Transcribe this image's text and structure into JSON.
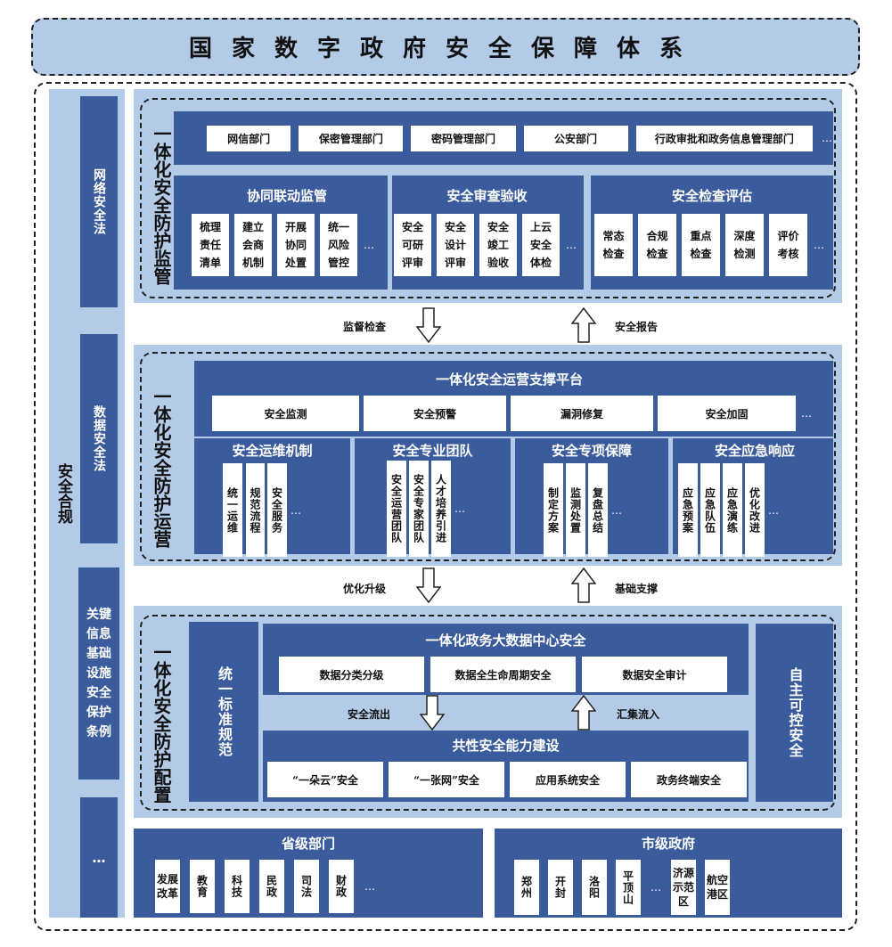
{
  "title": "国家数字政府安全保障体系",
  "left": {
    "label": "安全合规",
    "laws": [
      "网络安全法",
      "数据安全法",
      "关键信息基础设施安全保护条例",
      "…"
    ]
  },
  "supervision": {
    "label": "一体化安全防护监管",
    "departments": [
      "网信部门",
      "保密管理部门",
      "密码管理部门",
      "公安部门",
      "行政审批和政务信息管理部门"
    ],
    "more": "…",
    "groups": [
      {
        "title": "协同联动监管",
        "items": [
          "梳理责任清单",
          "建立会商机制",
          "开展协同处置",
          "统一风险管控"
        ]
      },
      {
        "title": "安全审查验收",
        "items": [
          "安全可研评审",
          "安全设计评审",
          "安全竣工验收",
          "上云安全体检"
        ]
      },
      {
        "title": "安全检查评估",
        "items": [
          "常态检查",
          "合规检查",
          "重点检查",
          "深度检测",
          "评价考核"
        ]
      }
    ]
  },
  "flow1": {
    "down": "监督检查",
    "up": "安全报告"
  },
  "operation": {
    "label": "一体化安全防护运营",
    "platform": "一体化安全运营支撑平台",
    "platform_items": [
      "安全监测",
      "安全预警",
      "漏洞修复",
      "安全加固"
    ],
    "more": "…",
    "groups": [
      {
        "title": "安全运维机制",
        "items": [
          "统一运维",
          "规范流程",
          "安全服务"
        ]
      },
      {
        "title": "安全专业团队",
        "items": [
          "安全运营团队",
          "安全专家团队",
          "人才培养引进"
        ]
      },
      {
        "title": "安全专项保障",
        "items": [
          "制定方案",
          "监测处置",
          "复盘总结"
        ]
      },
      {
        "title": "安全应急响应",
        "items": [
          "应急预案",
          "应急队伍",
          "应急演练",
          "优化改进"
        ]
      }
    ]
  },
  "flow2": {
    "down": "优化升级",
    "up": "基础支撑"
  },
  "config": {
    "label": "一体化安全防护配置",
    "left": "统一标准规范",
    "right": "自主可控安全",
    "datacenter": {
      "title": "一体化政务大数据中心安全",
      "items": [
        "数据分类分级",
        "数据全生命周期安全",
        "数据安全审计"
      ]
    },
    "flow": {
      "down": "安全流出",
      "up": "汇集流入"
    },
    "common": {
      "title": "共性安全能力建设",
      "items": [
        "“一朵云”安全",
        "“一张网”安全",
        "应用系统安全",
        "政务终端安全"
      ]
    }
  },
  "province": {
    "title": "省级部门",
    "items": [
      "发展改革",
      "教育",
      "科技",
      "民政",
      "司法",
      "财政"
    ],
    "more": "…"
  },
  "city": {
    "title": "市级政府",
    "items": [
      "郑州",
      "开封",
      "洛阳",
      "平顶山",
      "济源示范区",
      "航空港区"
    ],
    "more": "…"
  },
  "colors": {
    "dark": "#3b5c9c",
    "light": "#b4cbe8"
  }
}
